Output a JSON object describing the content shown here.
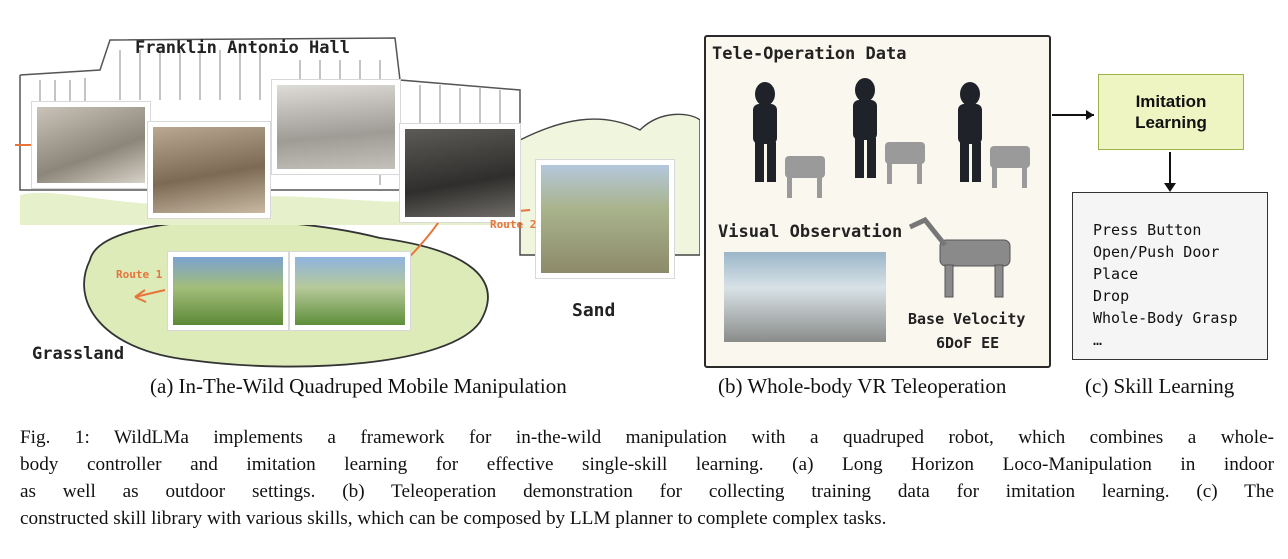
{
  "panel_a": {
    "building_label": "Franklin Antonio Hall",
    "route2_label": "Route 2",
    "route1_label": "Route 1",
    "sand_label": "Sand",
    "grassland_label": "Grassland"
  },
  "panel_b": {
    "teleop_label": "Tele-Operation Data",
    "visual_label": "Visual Observation",
    "base_velocity_label": "Base Velocity",
    "ee_label": "6DoF EE"
  },
  "panel_c": {
    "imitation_line1": "Imitation",
    "imitation_line2": "Learning",
    "skills": [
      "Press Button",
      "Open/Push Door",
      "Place",
      "Drop",
      "Whole-Body Grasp",
      "…"
    ]
  },
  "captions": {
    "a": "(a) In-The-Wild Quadruped Mobile Manipulation",
    "b": "(b) Whole-body VR Teleoperation",
    "c": "(c) Skill Learning"
  },
  "figure_caption": {
    "line1": "Fig. 1: WildLMa implements a framework for in-the-wild manipulation with a quadruped robot, which combines a whole-",
    "line2": "body controller and imitation learning for effective single-skill learning. (a) Long Horizon Loco-Manipulation in indoor",
    "line3": "as well as outdoor settings. (b) Teleoperation demonstration for collecting training data for imitation learning. (c) The",
    "line4": "constructed skill library with various skills, which can be composed by LLM planner to complete complex tasks."
  },
  "colors": {
    "route": "#e8743c",
    "imitation_fill": "#eef5c2",
    "grass_sketch": "#cfe3a6"
  }
}
